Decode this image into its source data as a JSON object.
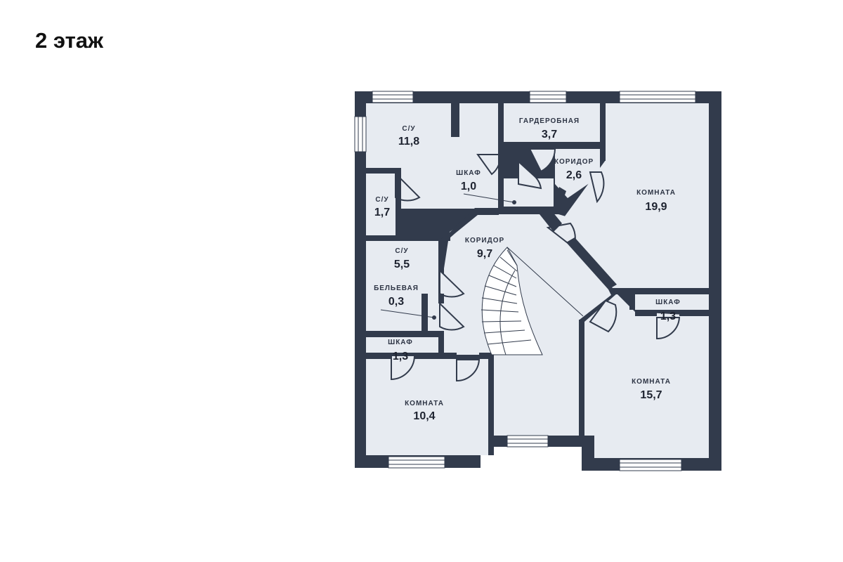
{
  "title": "2 этаж",
  "colors": {
    "wall": "#323b4c",
    "floor": "#e7ebf1",
    "window_frame": "#ffffff",
    "door_swing": "#323b4c"
  },
  "rooms": [
    {
      "id": "su1",
      "name": "С/У",
      "area": "11,8"
    },
    {
      "id": "su2",
      "name": "С/У",
      "area": "1,7"
    },
    {
      "id": "su3",
      "name": "С/У",
      "area": "5,5"
    },
    {
      "id": "belevaya",
      "name": "БЕЛЬЕВАЯ",
      "area": "0,3"
    },
    {
      "id": "shkaf1",
      "name": "ШКАФ",
      "area": "1,3"
    },
    {
      "id": "komnata1",
      "name": "КОМНАТА",
      "area": "10,4"
    },
    {
      "id": "shkaf2",
      "name": "ШКАФ",
      "area": "1,0"
    },
    {
      "id": "koridor1",
      "name": "КОРИДОР",
      "area": "9,7"
    },
    {
      "id": "garderobnaya",
      "name": "ГАРДЕРОБНАЯ",
      "area": "3,7"
    },
    {
      "id": "koridor2",
      "name": "КОРИДОР",
      "area": "2,6"
    },
    {
      "id": "komnata2",
      "name": "КОМНАТА",
      "area": "19,9"
    },
    {
      "id": "shkaf3",
      "name": "ШКАФ",
      "area": "1,3"
    },
    {
      "id": "komnata3",
      "name": "КОМНАТА",
      "area": "15,7"
    }
  ]
}
